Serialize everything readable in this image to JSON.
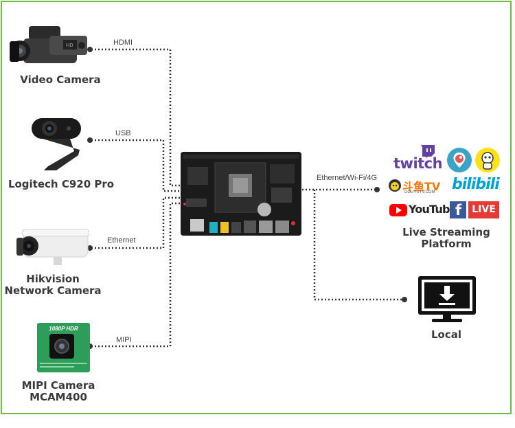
{
  "sources": [
    {
      "id": "video",
      "name": "Video Camera",
      "connection": "HDMI",
      "icon": "video-camera-icon"
    },
    {
      "id": "usb",
      "name": "Logitech C920 Pro",
      "connection": "USB",
      "icon": "webcam-icon"
    },
    {
      "id": "eth",
      "name_line1": "Hikvision",
      "name_line2": "Network Camera",
      "connection": "Ethernet",
      "icon": "bullet-camera-icon"
    },
    {
      "id": "mipi",
      "name_line1": "MIPI Camera",
      "name_line2": "MCAM400",
      "connection": "MIPI",
      "icon": "camera-module-icon",
      "board_text": "1080P HDR"
    }
  ],
  "board": {
    "icon": "dev-board-icon"
  },
  "outputs": {
    "network_label": "Ethernet/Wi-Fi/4G",
    "streaming": {
      "title_line1": "Live Streaming",
      "title_line2": "Platform",
      "logos": {
        "twitch": "twitch",
        "douyu": "斗鱼TV",
        "douyu_sub": "DOUYUTV.COM",
        "bilibili": "bilibili",
        "youtube": "YouTube",
        "facebook_live": "LIVE"
      }
    },
    "local": {
      "title": "Local",
      "icon": "monitor-download-icon"
    }
  },
  "colors": {
    "frame": "#6fbe44",
    "wire": "#333333",
    "label": "#3a3a3a",
    "twitch": "#6441a5",
    "bilibili": "#00a1d6",
    "youtube": "#ff0000",
    "facebook": "#3b5998",
    "live": "#e53935"
  }
}
